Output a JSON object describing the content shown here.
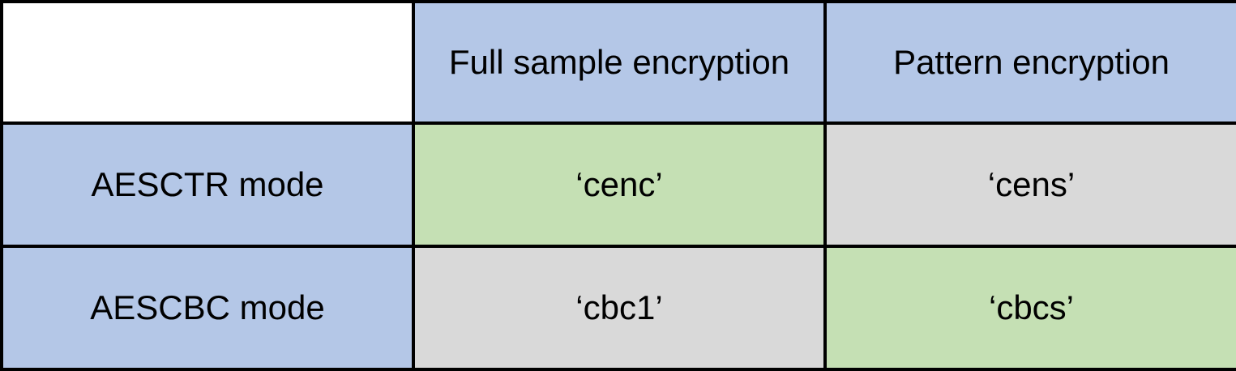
{
  "colors": {
    "header_blue": "#B4C7E7",
    "match_green": "#C5E0B4",
    "neutral_gray": "#D9D9D9",
    "border_black": "#000000"
  },
  "table": {
    "corner_label": "",
    "column_headers": [
      "Full sample encryption",
      "Pattern encryption"
    ],
    "rows": [
      {
        "label": "AESCTR mode",
        "cells": [
          {
            "text": "‘cenc’",
            "class": "cell-green"
          },
          {
            "text": "‘cens’",
            "class": "cell-gray"
          }
        ]
      },
      {
        "label": "AESCBC mode",
        "cells": [
          {
            "text": "‘cbc1’",
            "class": "cell-gray"
          },
          {
            "text": "‘cbcs’",
            "class": "cell-green"
          }
        ]
      }
    ]
  }
}
